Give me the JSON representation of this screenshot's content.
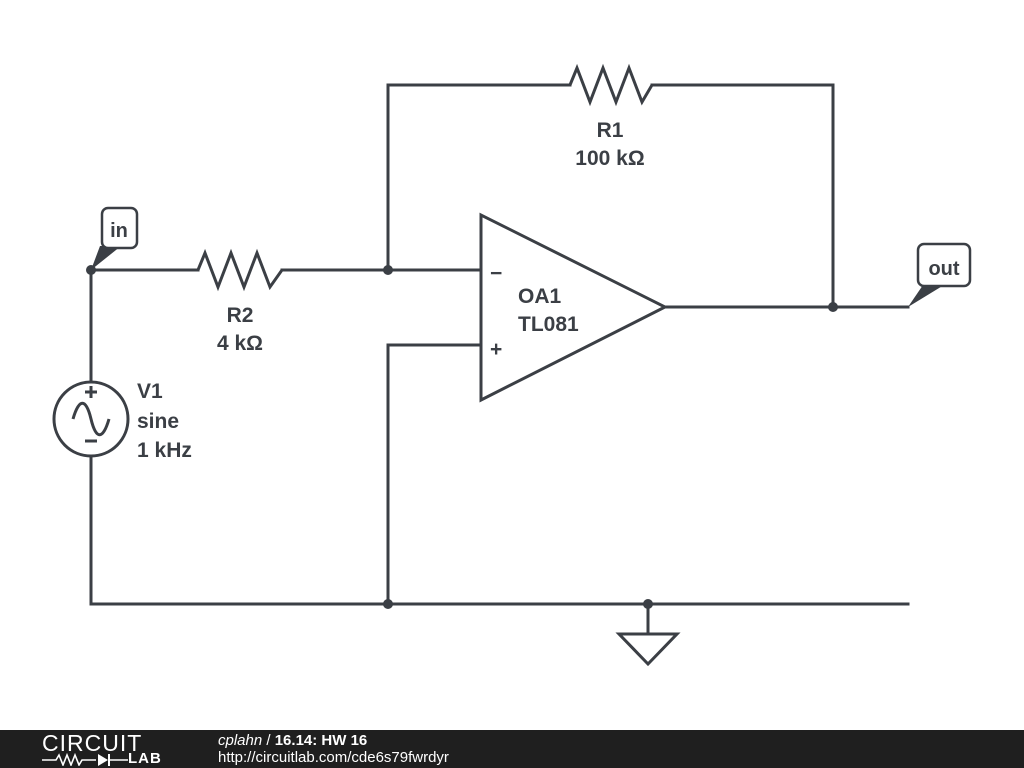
{
  "schematic": {
    "input_tag": "in",
    "output_tag": "out",
    "r1": {
      "name": "R1",
      "value": "100 kΩ"
    },
    "r2": {
      "name": "R2",
      "value": "4 kΩ"
    },
    "opamp": {
      "name": "OA1",
      "model": "TL081",
      "inverting_symbol": "−",
      "noninverting_symbol": "+"
    },
    "source": {
      "name": "V1",
      "type": "sine",
      "frequency": "1 kHz"
    }
  },
  "footer": {
    "logo_top": "CIRCUIT",
    "logo_bottom": "LAB",
    "author": "cplahn",
    "separator": " / ",
    "title": "16.14: HW 16",
    "url": "http://circuitlab.com/cde6s79fwrdyr"
  },
  "colors": {
    "ink": "#3b3f45",
    "footer_bg": "#1f1f1f"
  }
}
